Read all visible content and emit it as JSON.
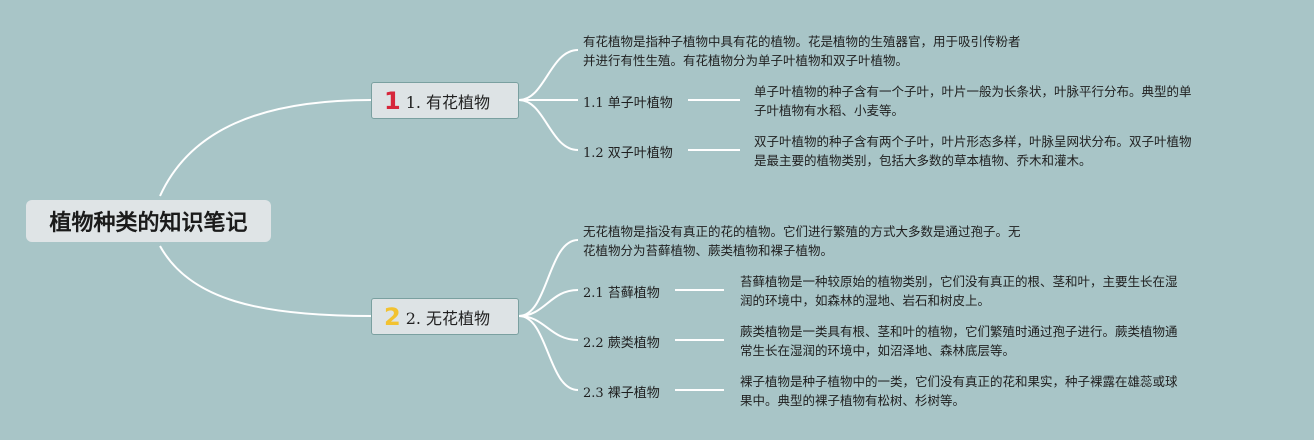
{
  "root": {
    "title": "植物种类的知识笔记"
  },
  "branches": [
    {
      "badge": "1",
      "badge_color": "#d6263b",
      "label": "1. 有花植物",
      "summary": [
        "有花植物是指种子植物中具有花的植物。花是植物的生殖器官，用于吸引传粉者",
        "并进行有性生殖。有花植物分为单子叶植物和双子叶植物。"
      ],
      "children": [
        {
          "label": "1.1 单子叶植物",
          "text": [
            "单子叶植物的种子含有一个子叶，叶片一般为长条状，叶脉平行分布。典型的单",
            "子叶植物有水稻、小麦等。"
          ]
        },
        {
          "label": "1.2 双子叶植物",
          "text": [
            "双子叶植物的种子含有两个子叶，叶片形态多样，叶脉呈网状分布。双子叶植物",
            "是最主要的植物类别，包括大多数的草本植物、乔木和灌木。"
          ]
        }
      ]
    },
    {
      "badge": "2",
      "badge_color": "#f2c230",
      "label": "2. 无花植物",
      "summary": [
        "无花植物是指没有真正的花的植物。它们进行繁殖的方式大多数是通过孢子。无",
        "花植物分为苔藓植物、蕨类植物和裸子植物。"
      ],
      "children": [
        {
          "label": "2.1 苔藓植物",
          "text": [
            "苔藓植物是一种较原始的植物类别，它们没有真正的根、茎和叶，主要生长在湿",
            "润的环境中，如森林的湿地、岩石和树皮上。"
          ]
        },
        {
          "label": "2.2 蕨类植物",
          "text": [
            "蕨类植物是一类具有根、茎和叶的植物，它们繁殖时通过孢子进行。蕨类植物通",
            "常生长在湿润的环境中，如沼泽地、森林底层等。"
          ]
        },
        {
          "label": "2.3 裸子植物",
          "text": [
            "裸子植物是种子植物中的一类，它们没有真正的花和果实，种子裸露在雄蕊或球",
            "果中。典型的裸子植物有松树、杉树等。"
          ]
        }
      ]
    }
  ],
  "colors": {
    "background": "#a8c5c7",
    "connector": "#ffffff"
  }
}
